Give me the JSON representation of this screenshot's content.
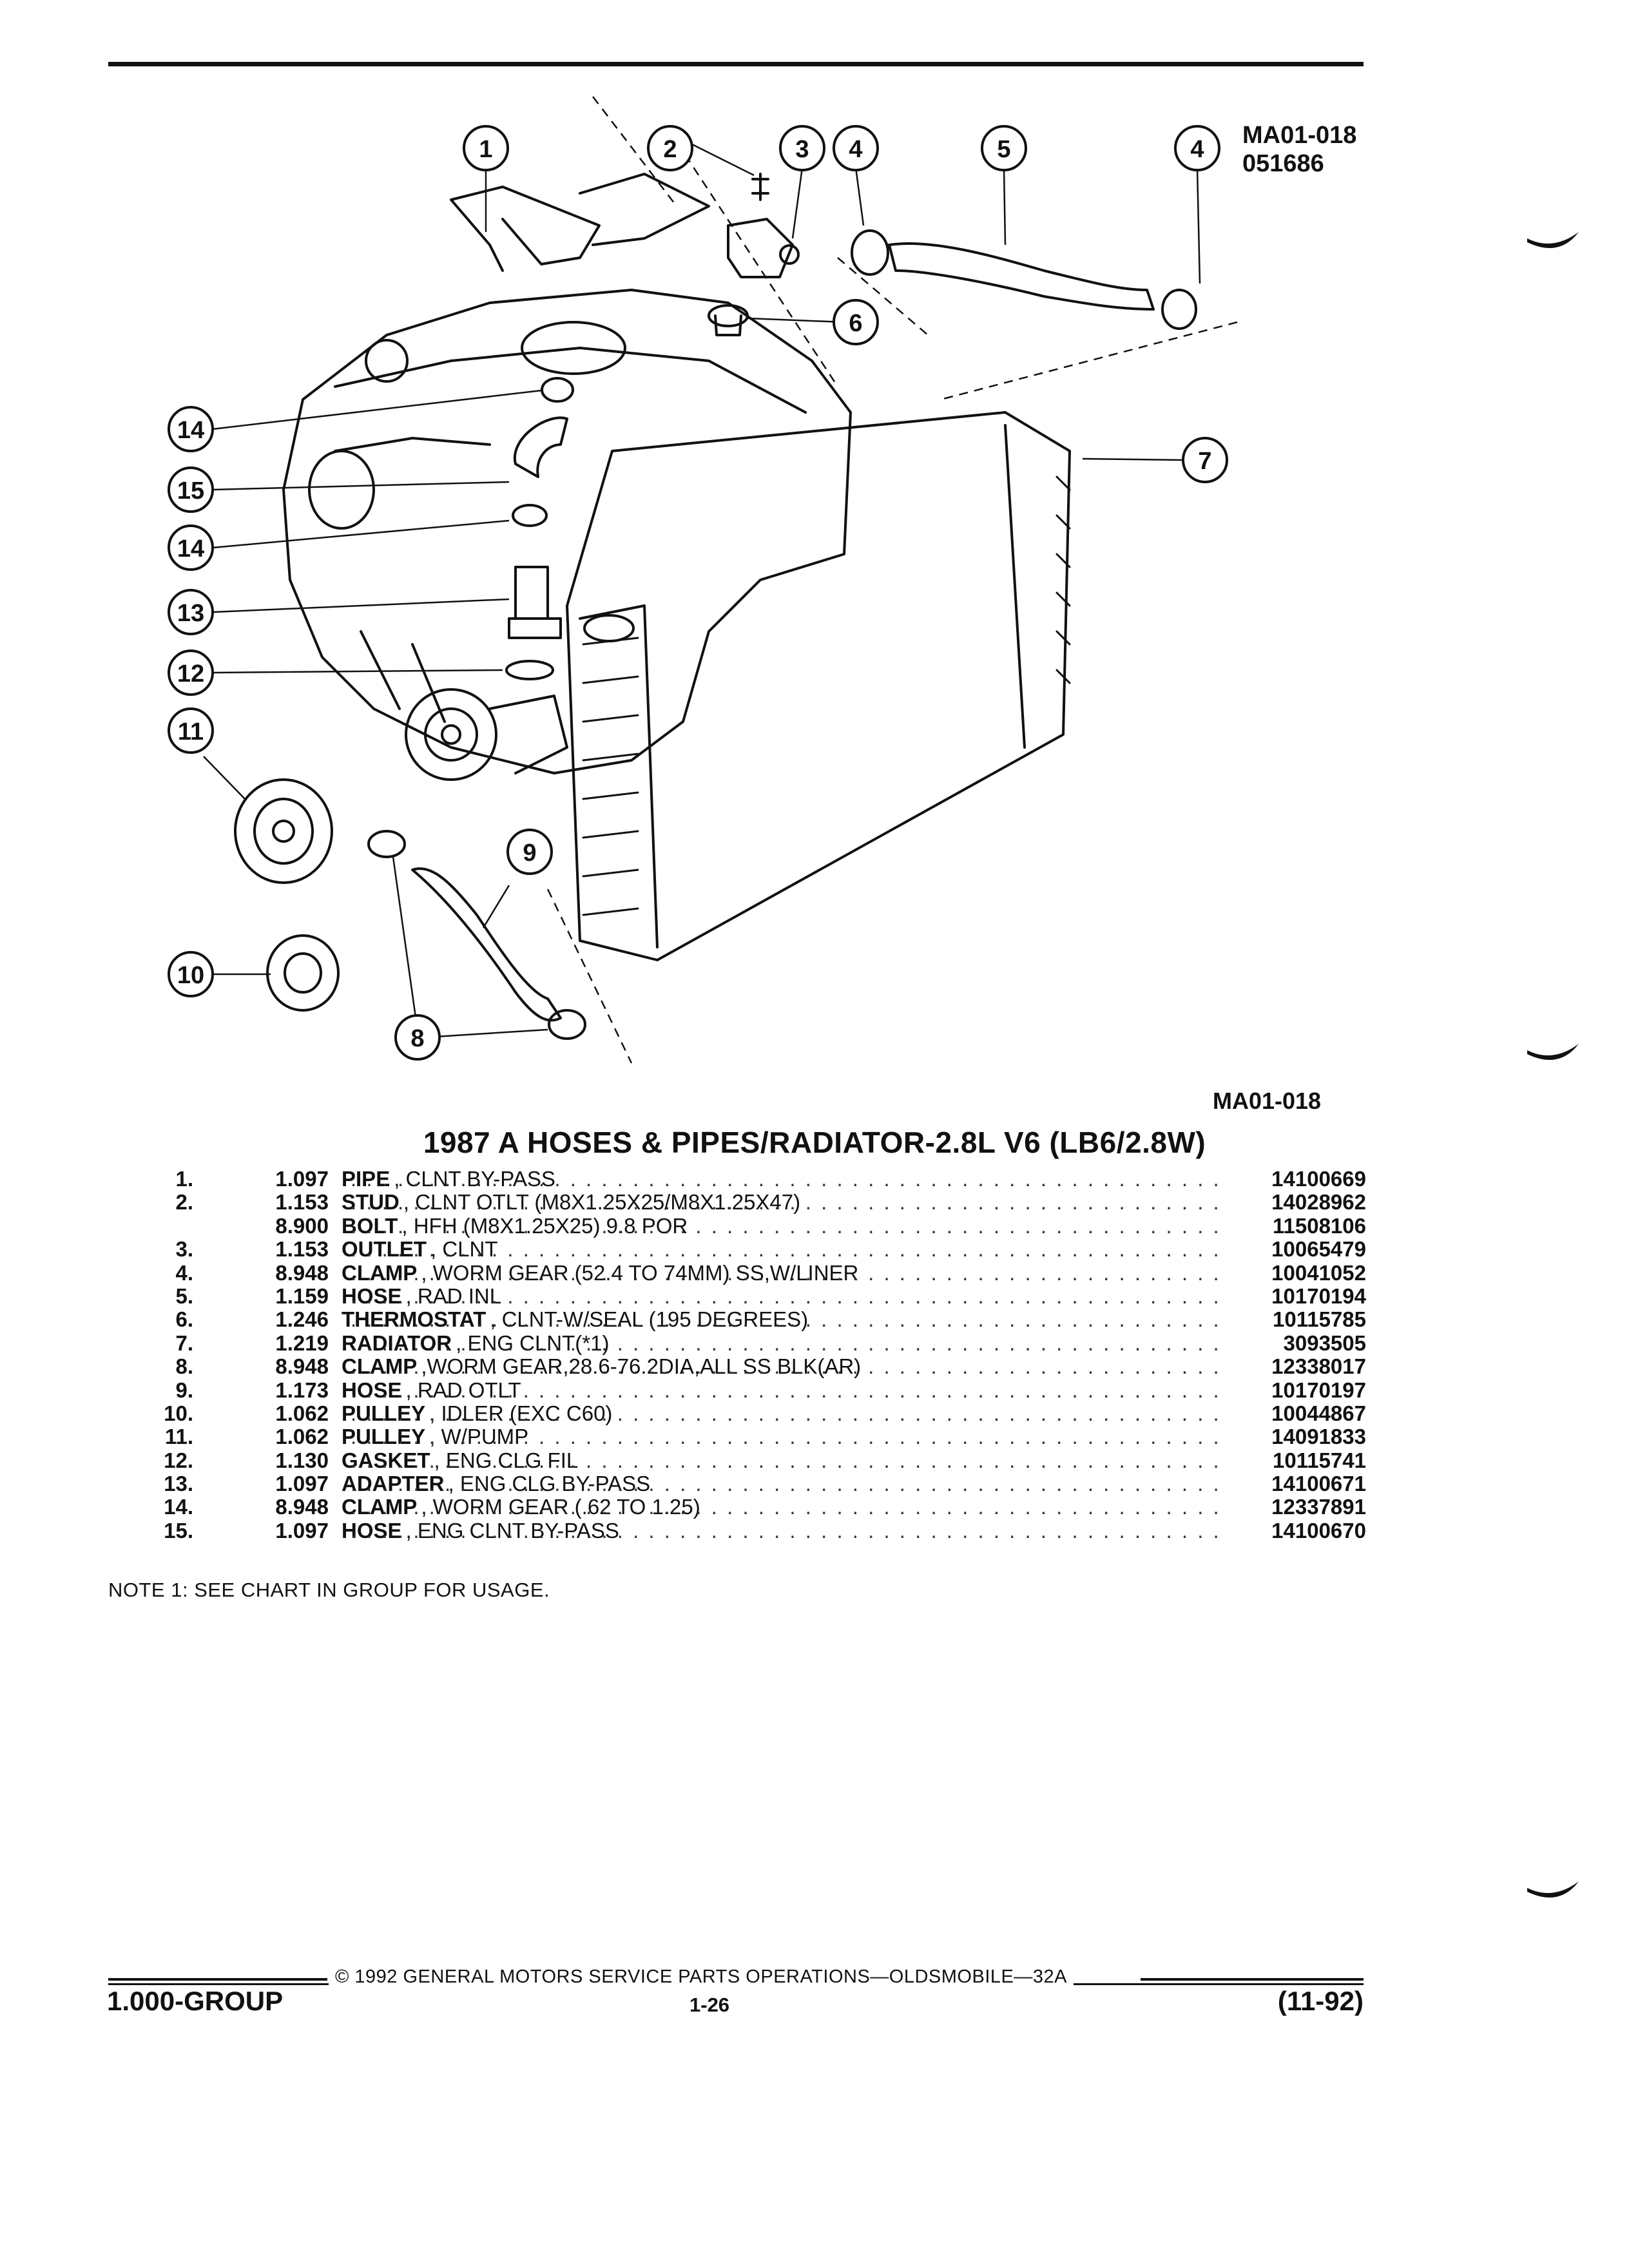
{
  "header": {
    "ref_code": "MA01-018",
    "ref_date": "051686"
  },
  "figure": {
    "caption": "MA01-018",
    "callouts": [
      "1",
      "2",
      "3",
      "4",
      "5",
      "4",
      "6",
      "7",
      "14",
      "15",
      "14",
      "13",
      "12",
      "11",
      "9",
      "10",
      "8"
    ]
  },
  "title": "1987 A HOSES & PIPES/RADIATOR-2.8L V6 (LB6/2.8W)",
  "parts": [
    {
      "num": "1.",
      "group": "1.097",
      "name": "PIPE",
      "desc": ", CLNT BY-PASS",
      "part_no": "14100669"
    },
    {
      "num": "2.",
      "group": "1.153",
      "name": "STUD",
      "desc": ", CLNT OTLT (M8X1.25X25/M8X1.25X47)",
      "part_no": "14028962"
    },
    {
      "num": "",
      "group": "8.900",
      "name": "BOLT",
      "desc": ", HFH (M8X1.25X25) 9.8 POR",
      "part_no": "11508106"
    },
    {
      "num": "3.",
      "group": "1.153",
      "name": "OUTLET",
      "desc": ", CLNT",
      "part_no": "10065479"
    },
    {
      "num": "4.",
      "group": "8.948",
      "name": "CLAMP",
      "desc": ", WORM GEAR (52.4 TO 74MM) SS,W/LINER",
      "part_no": "10041052"
    },
    {
      "num": "5.",
      "group": "1.159",
      "name": "HOSE",
      "desc": ", RAD INL",
      "part_no": "10170194"
    },
    {
      "num": "6.",
      "group": "1.246",
      "name": "THERMOSTAT",
      "desc": ", CLNT-W/SEAL (195 DEGREES)",
      "part_no": "10115785"
    },
    {
      "num": "7.",
      "group": "1.219",
      "name": "RADIATOR",
      "desc": ", ENG CLNT(*1)",
      "part_no": "3093505"
    },
    {
      "num": "8.",
      "group": "8.948",
      "name": "CLAMP",
      "desc": ",WORM GEAR,28.6-76.2DIA,ALL SS BLK(AR)",
      "part_no": "12338017"
    },
    {
      "num": "9.",
      "group": "1.173",
      "name": "HOSE",
      "desc": ", RAD OTLT",
      "part_no": "10170197"
    },
    {
      "num": "10.",
      "group": "1.062",
      "name": "PULLEY",
      "desc": ", IDLER (EXC C60)",
      "part_no": "10044867"
    },
    {
      "num": "11.",
      "group": "1.062",
      "name": "PULLEY",
      "desc": ", W/PUMP",
      "part_no": "14091833"
    },
    {
      "num": "12.",
      "group": "1.130",
      "name": "GASKET",
      "desc": ", ENG CLG FIL",
      "part_no": "10115741"
    },
    {
      "num": "13.",
      "group": "1.097",
      "name": "ADAPTER",
      "desc": ", ENG CLG BY-PASS",
      "part_no": "14100671"
    },
    {
      "num": "14.",
      "group": "8.948",
      "name": "CLAMP",
      "desc": ", WORM GEAR (.62 TO 1.25)",
      "part_no": "12337891"
    },
    {
      "num": "15.",
      "group": "1.097",
      "name": "HOSE",
      "desc": ", ENG CLNT BY-PASS",
      "part_no": "14100670"
    }
  ],
  "note": "NOTE  1:  SEE CHART IN GROUP FOR USAGE.",
  "footer": {
    "copyright": "© 1992 GENERAL MOTORS SERVICE PARTS OPERATIONS—OLDSMOBILE—32A",
    "group": "1.000-GROUP",
    "page": "1-26",
    "revision": "(11-92)"
  }
}
